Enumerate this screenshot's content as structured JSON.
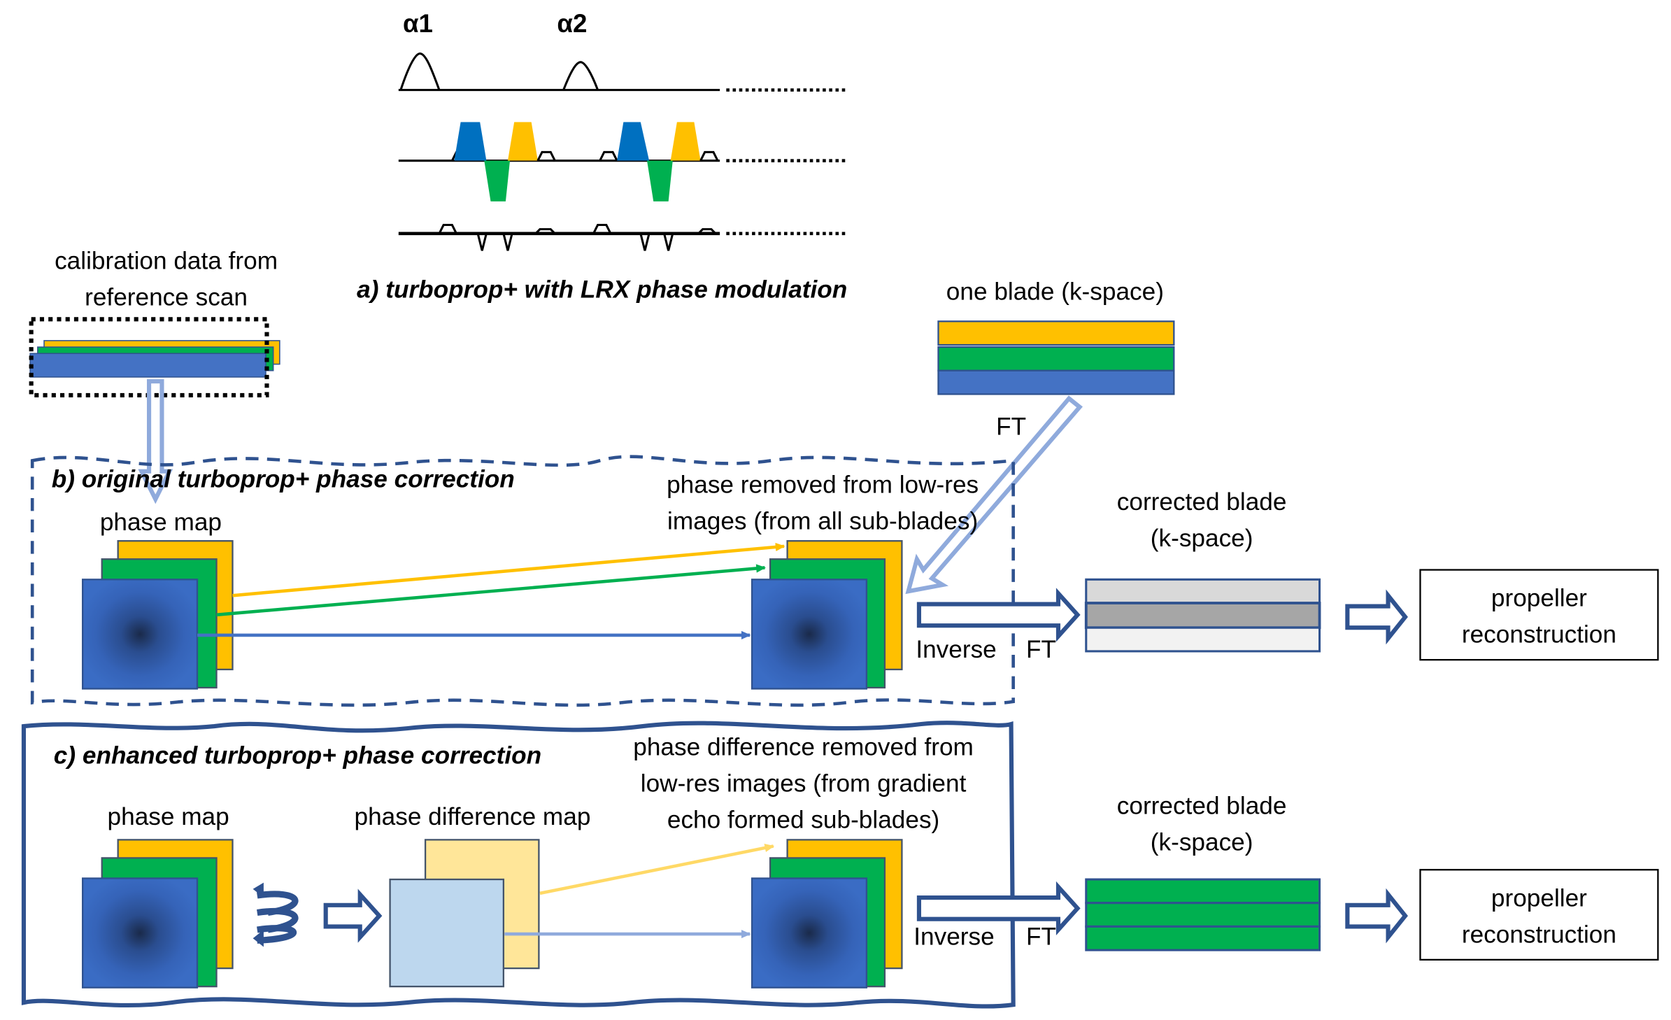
{
  "figure": {
    "colors": {
      "yellow": "#FFC000",
      "green": "#00B050",
      "blue": "#4472C4",
      "dark_blue": "#2F528F",
      "light_blue_arrow": "#8FAADC",
      "light_yellow": "#FFE699",
      "light_blue_fill": "#BDD7EE",
      "gray_light": "#D9D9D9",
      "gray_mid": "#A6A6A6",
      "gray_lightest": "#F2F2F2"
    },
    "panel_a": {
      "title": "a) turboprop+ with LRX phase modulation",
      "pulse_labels": [
        "α1",
        "α2"
      ]
    },
    "calibration": {
      "label_line1": "calibration data from",
      "label_line2": "reference scan"
    },
    "one_blade": {
      "label": "one blade (k-space)",
      "ft_label": "FT"
    },
    "panel_b": {
      "title": "b) original turboprop+ phase correction",
      "phase_map_label": "phase map",
      "removed_label_line1": "phase removed from low-res",
      "removed_label_line2": "images (from all sub-blades)",
      "inverse_label": "Inverse",
      "ft_label": "FT",
      "corrected_label_line1": "corrected blade",
      "corrected_label_line2": "(k-space)",
      "recon_line1": "propeller",
      "recon_line2": "reconstruction"
    },
    "panel_c": {
      "title": "c) enhanced turboprop+ phase correction",
      "phase_map_label": "phase map",
      "diff_map_label": "phase difference map",
      "removed_label_line1": "phase difference removed from",
      "removed_label_line2": "low-res images (from gradient",
      "removed_label_line3": "echo formed sub-blades)",
      "inverse_label": "Inverse",
      "ft_label": "FT",
      "corrected_label_line1": "corrected blade",
      "corrected_label_line2": "(k-space)",
      "recon_line1": "propeller",
      "recon_line2": "reconstruction"
    }
  }
}
